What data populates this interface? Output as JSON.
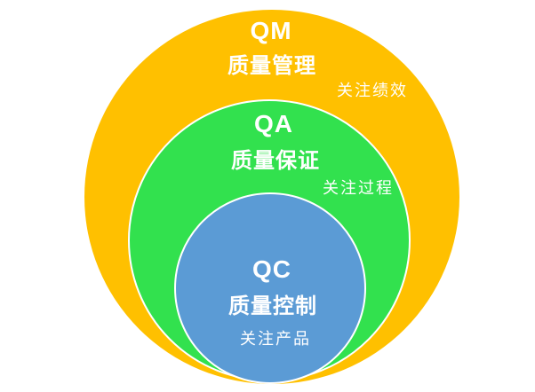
{
  "diagram": {
    "kind": "nested-circles",
    "text_color": "#ffffff",
    "stroke_color": "#ffffff",
    "rings": [
      {
        "abbr": "QM",
        "name": "质量管理",
        "focus": "关注绩效",
        "color": "#FFC000"
      },
      {
        "abbr": "QA",
        "name": "质量保证",
        "focus": "关注过程",
        "color": "#32E14E"
      },
      {
        "abbr": "QC",
        "name": "质量控制",
        "focus": "关注产品",
        "color": "#5B9BD5"
      }
    ]
  }
}
